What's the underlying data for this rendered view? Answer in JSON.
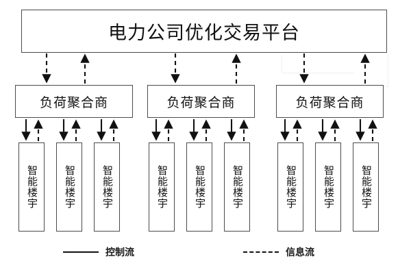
{
  "diagram": {
    "title_box": {
      "label": "电力公司优化交易平台"
    },
    "aggregators": [
      {
        "label": "负荷聚合商"
      },
      {
        "label": "负荷聚合商"
      },
      {
        "label": "负荷聚合商"
      }
    ],
    "buildings": [
      {
        "label": "智能楼宇"
      },
      {
        "label": "智能楼宇"
      },
      {
        "label": "智能楼宇"
      },
      {
        "label": "智能楼宇"
      },
      {
        "label": "智能楼宇"
      },
      {
        "label": "智能楼宇"
      },
      {
        "label": "智能楼宇"
      },
      {
        "label": "智能楼宇"
      },
      {
        "label": "智能楼宇"
      }
    ],
    "legend": [
      {
        "style": "solid",
        "label": "控制流"
      },
      {
        "style": "dashed",
        "label": "信息流"
      }
    ],
    "colors": {
      "box_border": "#4a4a4a",
      "line": "#111111",
      "background": "#ffffff"
    },
    "flows": {
      "platform_to_aggregator": "dashed-down",
      "aggregator_to_platform": "dashed-up",
      "aggregator_to_building": "solid-down",
      "building_to_aggregator": "dashed-up"
    }
  }
}
